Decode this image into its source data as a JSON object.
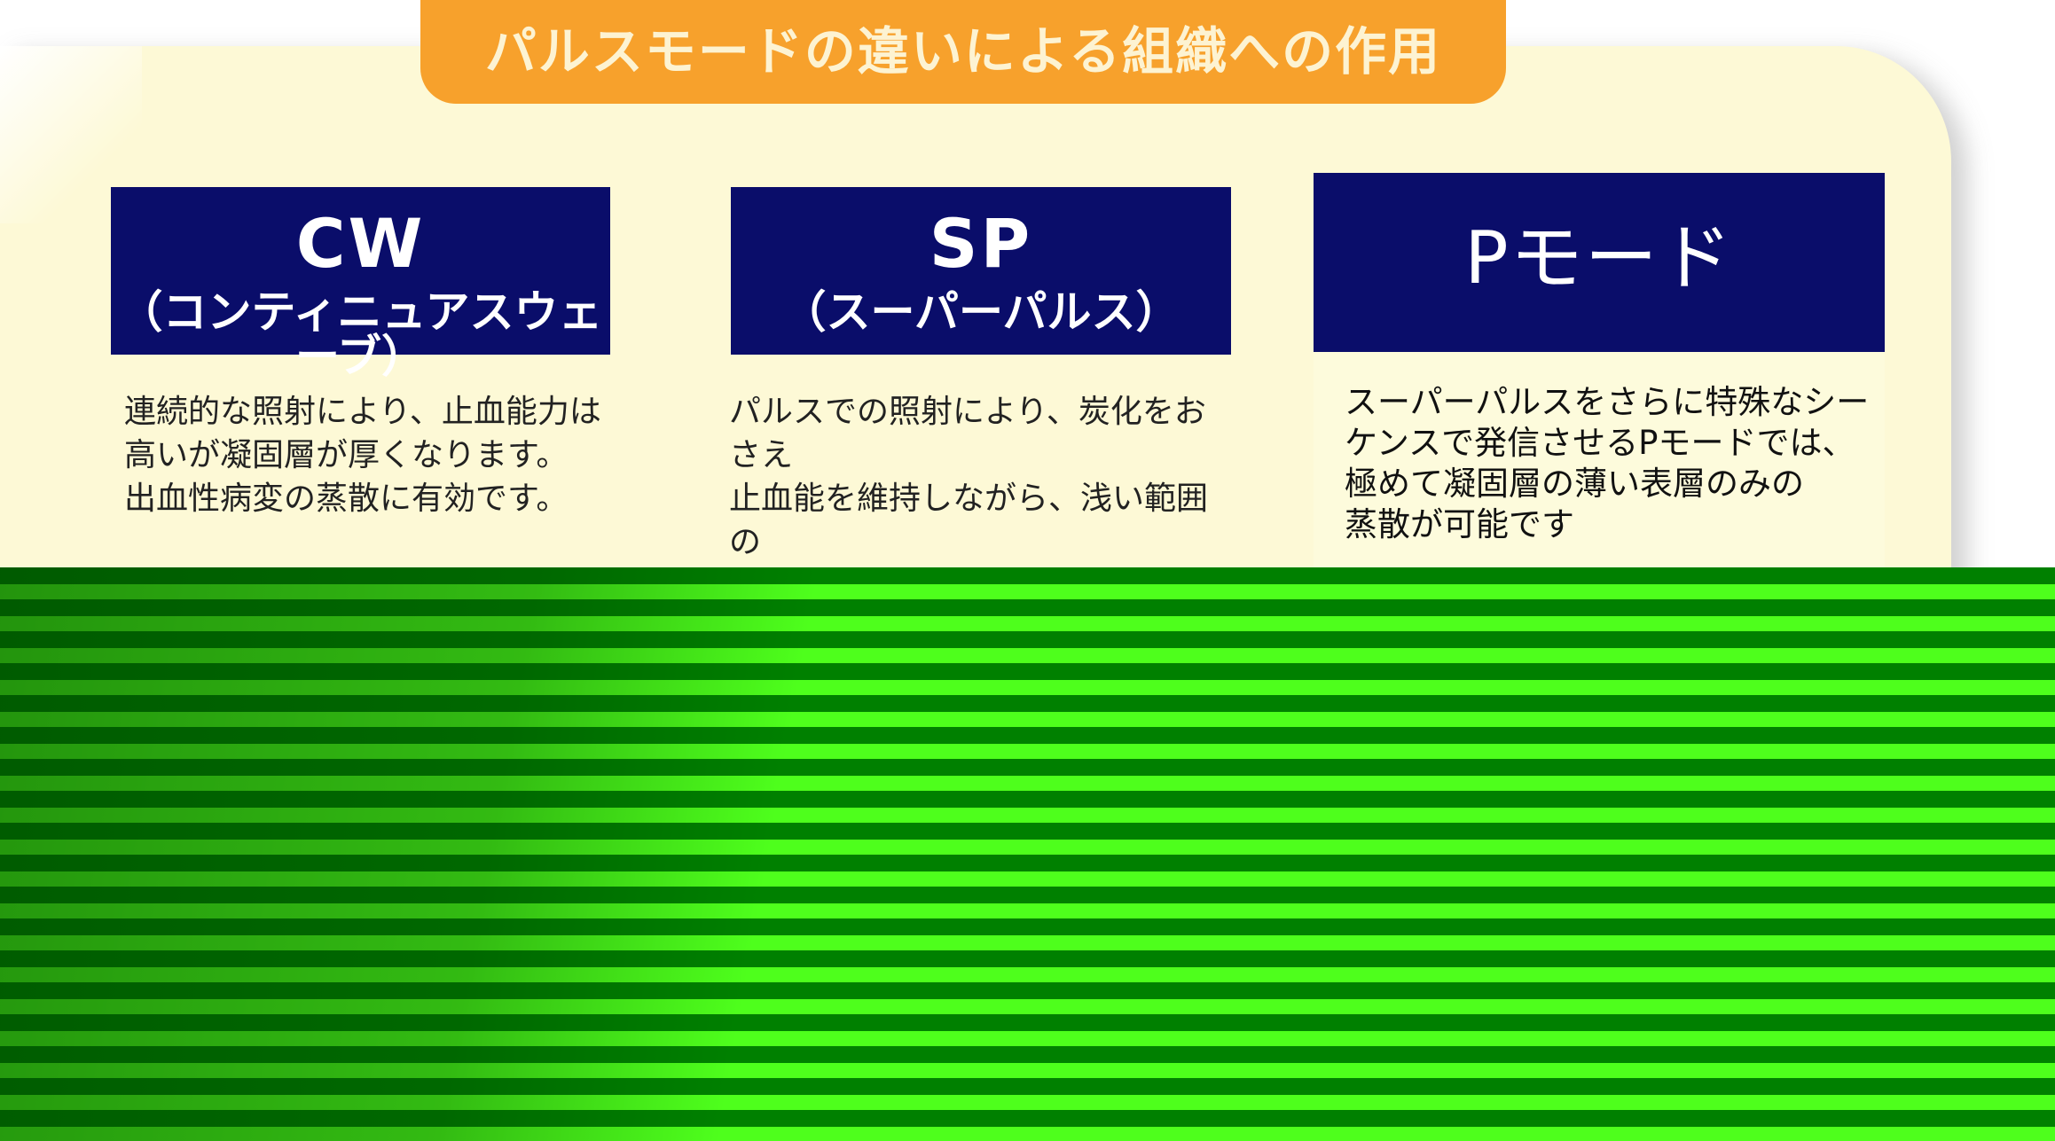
{
  "title": "パルスモードの違いによる組織への作用",
  "modes": [
    {
      "name": "CW",
      "subtitle": "（コンティニュアスウェーブ）",
      "description": "連続的な照射により、止血能力は\n高いが凝固層が厚くなります。\n出血性病変の蒸散に有効です。"
    },
    {
      "name": "SP",
      "subtitle": "（スーパーパルス）",
      "description": "パルスでの照射により、炭化をおさえ\n止血能を維持しながら、浅い範囲の\n蒸散が可能です。"
    },
    {
      "name": "Pモード",
      "description": "スーパーパルスをさらに特殊なシー\nケンスで発信させるPモードでは、\n極めて凝固層の薄い表層のみの\n蒸散が可能です"
    }
  ],
  "colors": {
    "title_bg": "#f7a12c",
    "header_bg": "#0a0d6a",
    "panel_bg": "#fdf9d6",
    "stripe_dark": "#008000",
    "stripe_light": "#4eff1c"
  }
}
